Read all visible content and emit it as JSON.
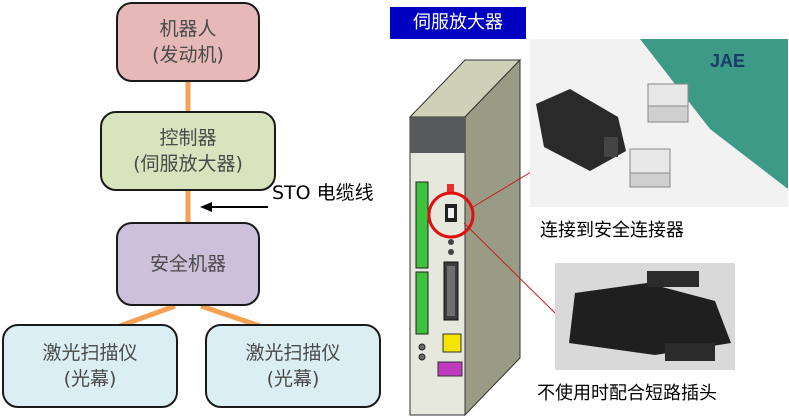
{
  "diagram": {
    "nodes": {
      "robot": {
        "line1": "机器人",
        "line2": "(发动机)"
      },
      "controller": {
        "line1": "控制器",
        "line2": "(伺服放大器)"
      },
      "safety": {
        "line1": "安全机器"
      },
      "scanner_left": {
        "line1": "激光扫描仪",
        "line2": "(光幕)"
      },
      "scanner_right": {
        "line1": "激光扫描仪",
        "line2": "(光幕)"
      }
    },
    "sto_cable_label": "STO 电缆线"
  },
  "servo": {
    "title": "伺服放大器",
    "brand_logo": "JAE"
  },
  "photos": {
    "connector_caption": "连接到安全连接器",
    "plug_caption": "不使用时配合短路插头"
  },
  "colors": {
    "robot": "#e6b9b8",
    "controller": "#d7e4bd",
    "safety": "#ccc0da",
    "scanner": "#dbeef4",
    "link": "#f5a153",
    "title_bg": "#0000c0",
    "highlight": "#e01010"
  }
}
